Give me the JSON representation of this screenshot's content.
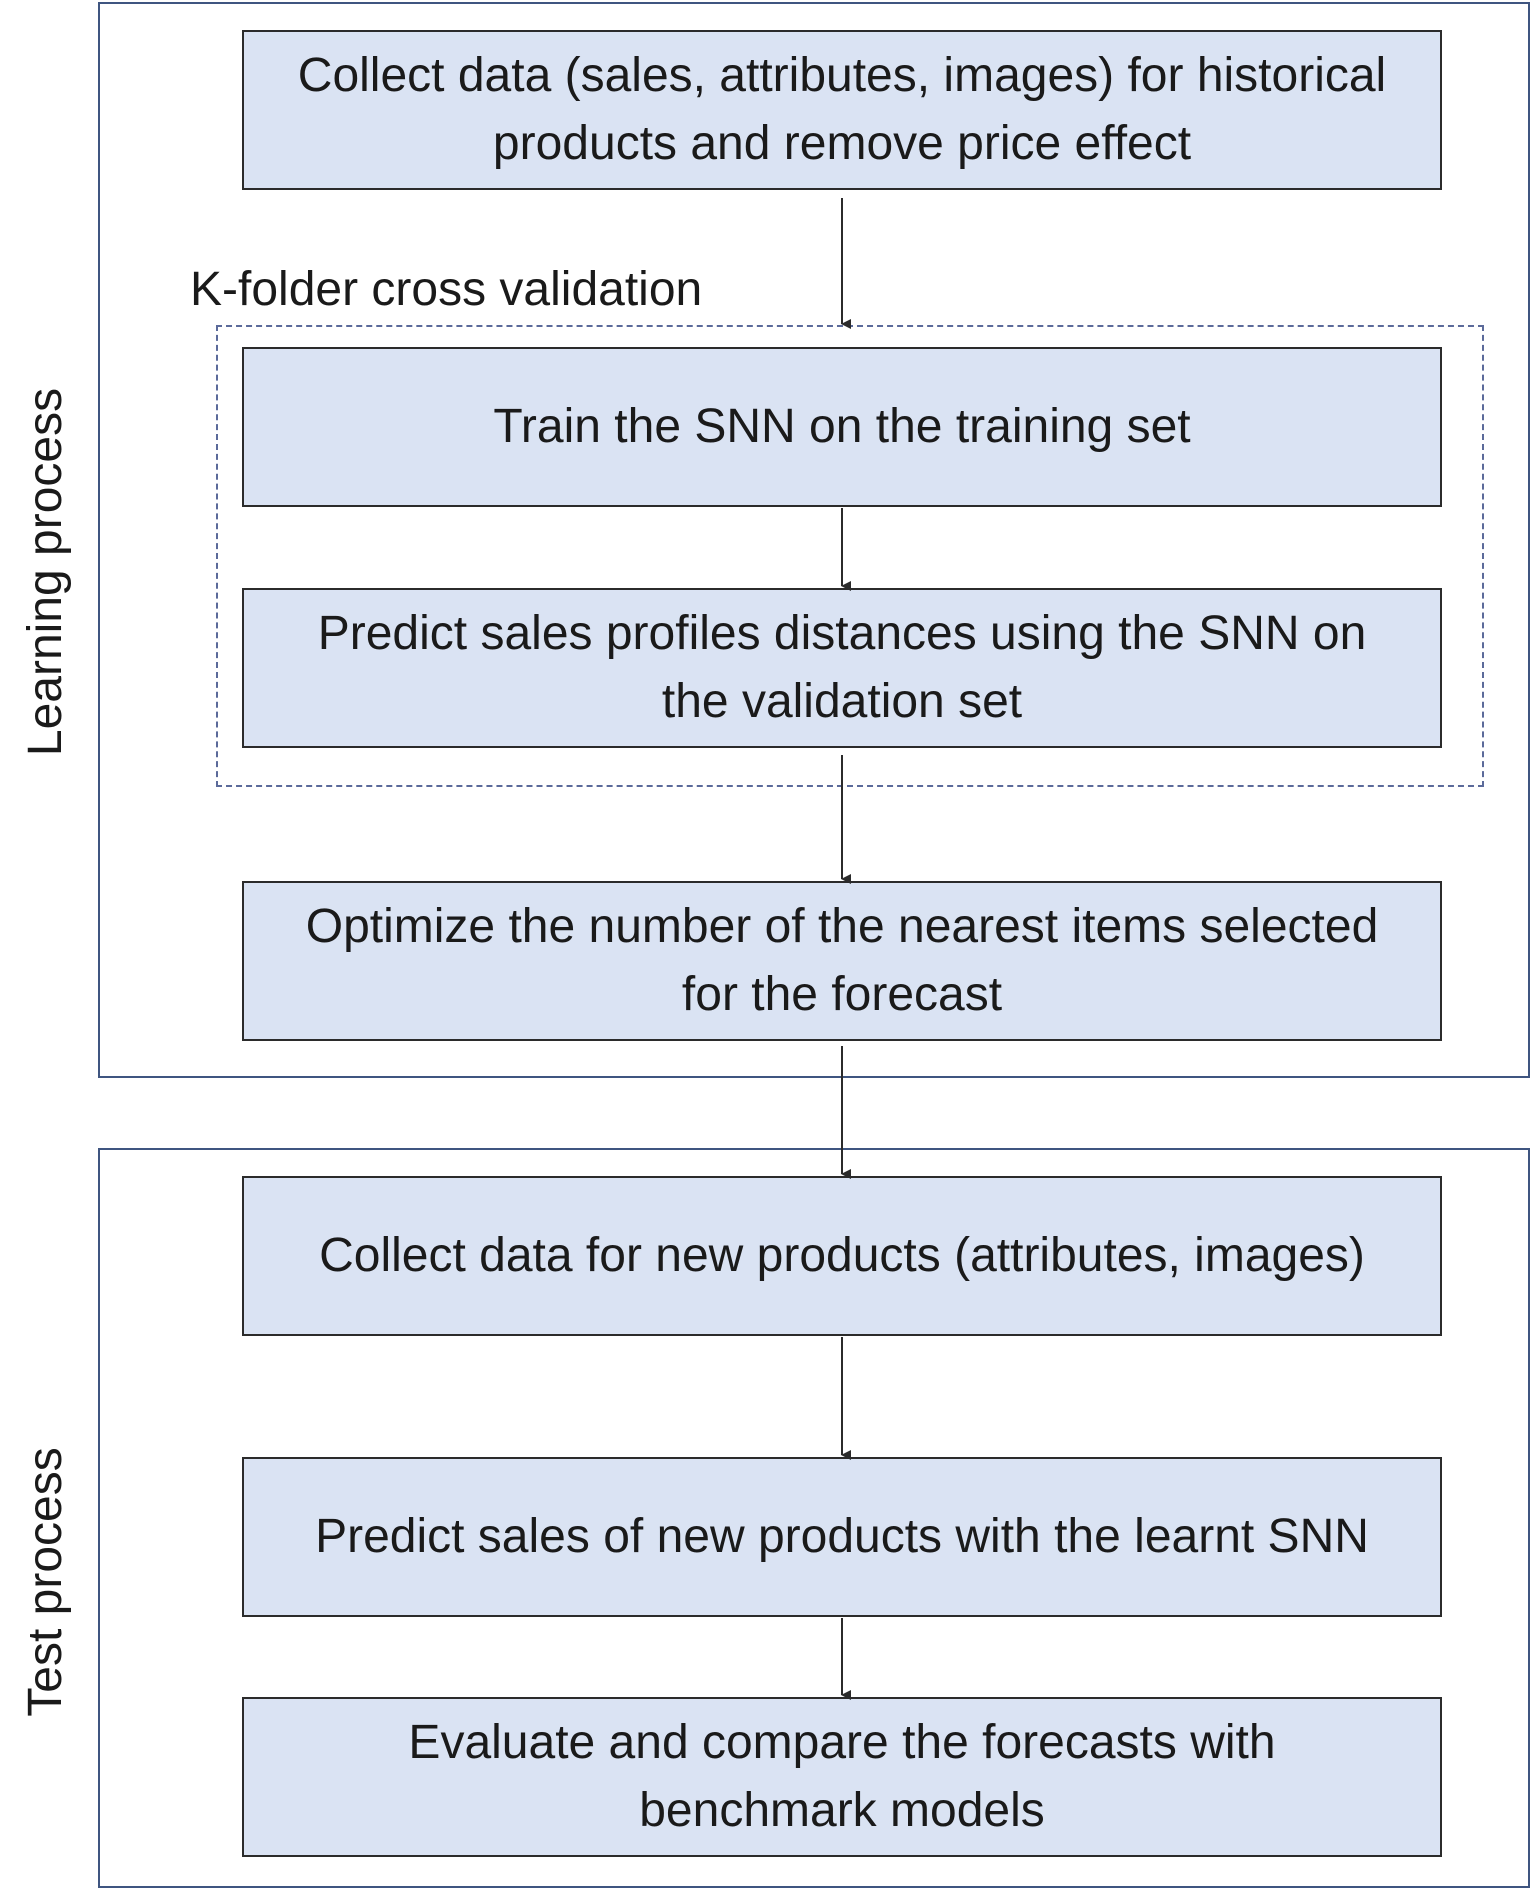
{
  "sections": {
    "learning": {
      "label": "Learning process"
    },
    "test": {
      "label": "Test process"
    }
  },
  "cross_validation": {
    "label": "K-folder cross validation"
  },
  "steps": [
    {
      "lines": [
        "Collect data (sales, attributes, images) for historical",
        "products and remove price effect"
      ]
    },
    {
      "lines": [
        "Train the SNN on the training set"
      ]
    },
    {
      "lines": [
        "Predict sales profiles distances using the SNN on",
        "the validation set"
      ]
    },
    {
      "lines": [
        "Optimize the number of the nearest items selected",
        "for the forecast"
      ]
    },
    {
      "lines": [
        "Collect data for new products (attributes, images)"
      ]
    },
    {
      "lines": [
        "Predict sales of new products with the learnt SNN"
      ]
    },
    {
      "lines": [
        "Evaluate and compare the forecasts with",
        "benchmark models"
      ]
    }
  ],
  "colors": {
    "box_fill": "#dae3f3",
    "box_border": "#2b2b2b",
    "frame_border": "#3f5580",
    "cv_border": "#5b6a9a"
  }
}
